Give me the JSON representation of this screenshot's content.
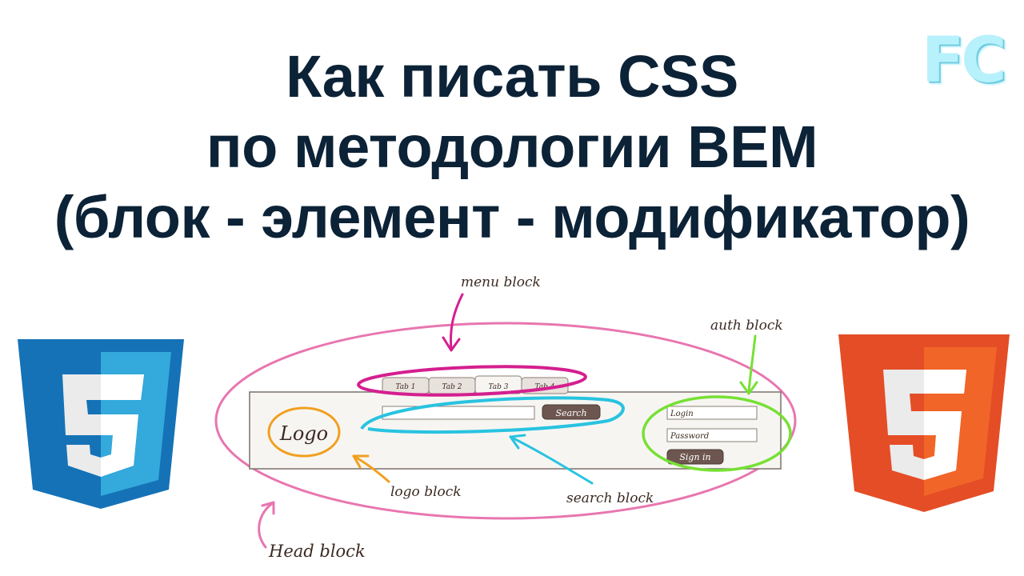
{
  "title": {
    "line1": "Как писать CSS",
    "line2": "по методологии BEM",
    "line3": "(блок - элемент - модификатор)"
  },
  "logo_badge": {
    "text": "FC",
    "color": "#b7f1fb"
  },
  "icons": {
    "left": "css3-shield-icon",
    "right": "html5-shield-icon",
    "left_color": "#1572b6",
    "right_color": "#e44d26"
  },
  "diagram": {
    "labels": {
      "menu": "menu block",
      "auth": "auth block",
      "logo": "logo block",
      "search": "search block",
      "head": "Head block"
    },
    "tabs": [
      "Tab 1",
      "Tab 2",
      "Tab 3",
      "Tab 4"
    ],
    "logo_text": "Logo",
    "search_button": "Search",
    "login_field": "Login",
    "password_field": "Password",
    "signin_button": "Sign in",
    "colors": {
      "head": "#e876b0",
      "menu": "#d41f8f",
      "search": "#28c3e0",
      "logo": "#f0a01e",
      "auth": "#77e034"
    }
  }
}
